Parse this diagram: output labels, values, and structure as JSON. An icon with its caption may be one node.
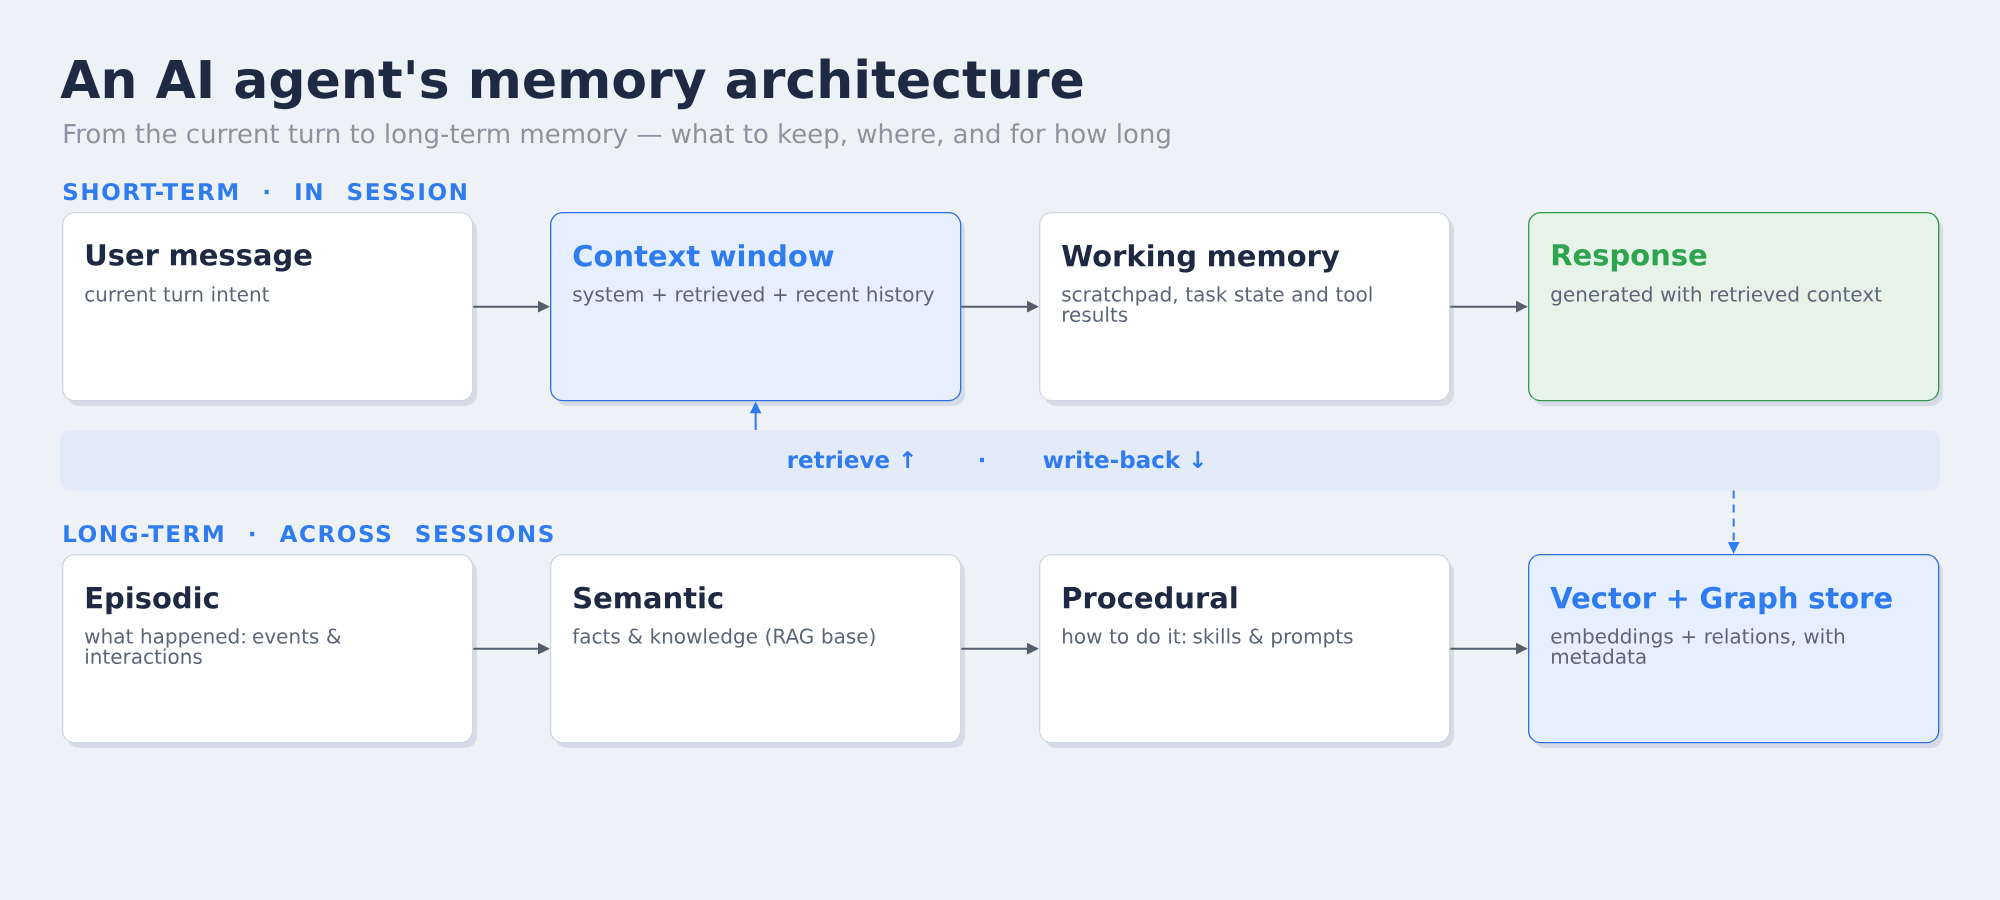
{
  "diagram": {
    "title": "An AI agent's memory architecture",
    "caption": "From the current turn to long-term memory — what to keep, where, and for how long",
    "nodes": [
      {
        "text": [
          "User message",
          "current turn intent"
        ]
      },
      {
        "text": [
          "Context window",
          "system + retrieved + recent history"
        ]
      },
      {
        "text": [
          "Working memory",
          "scratchpad, task state and tool results"
        ]
      },
      {
        "text": [
          "Response",
          "generated with retrieved context"
        ]
      },
      {
        "text": [
          "retrieve ↑",
          "·",
          "write-back ↓"
        ]
      },
      {
        "text": [
          "Episodic",
          "what happened: events & interactions"
        ]
      },
      {
        "text": [
          "Semantic",
          "facts & knowledge (RAG base)"
        ]
      },
      {
        "text": [
          "Procedural",
          "how to do it: skills & prompts"
        ]
      },
      {
        "text": [
          "Vector + Graph store",
          "embeddings + relations, with metadata"
        ]
      }
    ],
    "edges": [
      {
        "from": 0,
        "to": 1,
        "arrow": "to"
      },
      {
        "from": 1,
        "to": 2,
        "arrow": "to"
      },
      {
        "from": 2,
        "to": 3,
        "arrow": "to"
      },
      {
        "from": 4,
        "to": 1,
        "arrow": "to",
        "color": "#2f7bf0"
      },
      {
        "from": 4,
        "to": 8,
        "arrow": "to",
        "style": "dashed",
        "color": "#2f7bf0"
      },
      {
        "from": 5,
        "to": 6,
        "arrow": "to"
      },
      {
        "from": 6,
        "to": 7,
        "arrow": "to"
      },
      {
        "from": 7,
        "to": 8,
        "arrow": "to"
      }
    ],
    "labels": [
      "SHORT-TERM · IN SESSION",
      "LONG-TERM · ACROSS SESSIONS"
    ]
  }
}
